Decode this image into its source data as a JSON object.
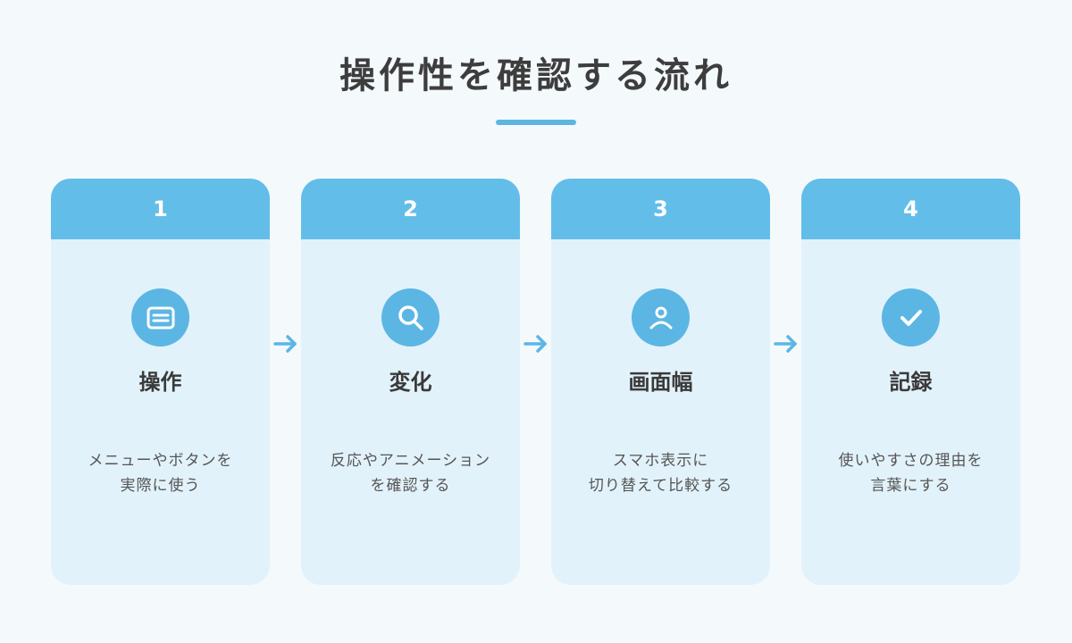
{
  "title": "操作性を確認する流れ",
  "colors": {
    "accent": "#5bb6e4",
    "header": "#63bde9",
    "card_bg": "#e2f2fa",
    "page_bg": "#f4f9fc"
  },
  "steps": [
    {
      "number": "1",
      "icon": "card-icon",
      "title": "操作",
      "desc": [
        "メニューやボタンを",
        "実際に使う"
      ]
    },
    {
      "number": "2",
      "icon": "search-icon",
      "title": "変化",
      "desc": [
        "反応やアニメーション",
        "を確認する"
      ]
    },
    {
      "number": "3",
      "icon": "user-icon",
      "title": "画面幅",
      "desc": [
        "スマホ表示に",
        "切り替えて比較する"
      ]
    },
    {
      "number": "4",
      "icon": "check-icon",
      "title": "記録",
      "desc": [
        "使いやすさの理由を",
        "言葉にする"
      ]
    }
  ]
}
